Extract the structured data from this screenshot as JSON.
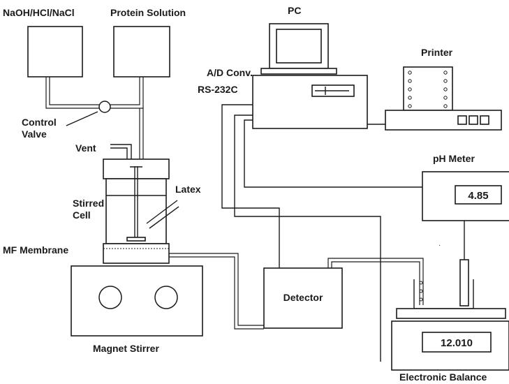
{
  "labels": {
    "naoh": "NaOH/HCl/NaCl",
    "protein": "Protein Solution",
    "pc": "PC",
    "printer": "Printer",
    "ad_conv": "A/D Conv.",
    "rs232c": "RS-232C",
    "control": "Control",
    "valve": "Valve",
    "vent": "Vent",
    "latex": "Latex",
    "stirred": "Stirred",
    "cell": "Cell",
    "membrane": "MF Membrane",
    "ph_meter": "pH Meter",
    "detector": "Detector",
    "magnet_stirrer": "Magnet Stirrer",
    "electronic_balance": "Electronic Balance"
  },
  "readouts": {
    "ph_value": "4.85",
    "balance_value": "12.010"
  }
}
